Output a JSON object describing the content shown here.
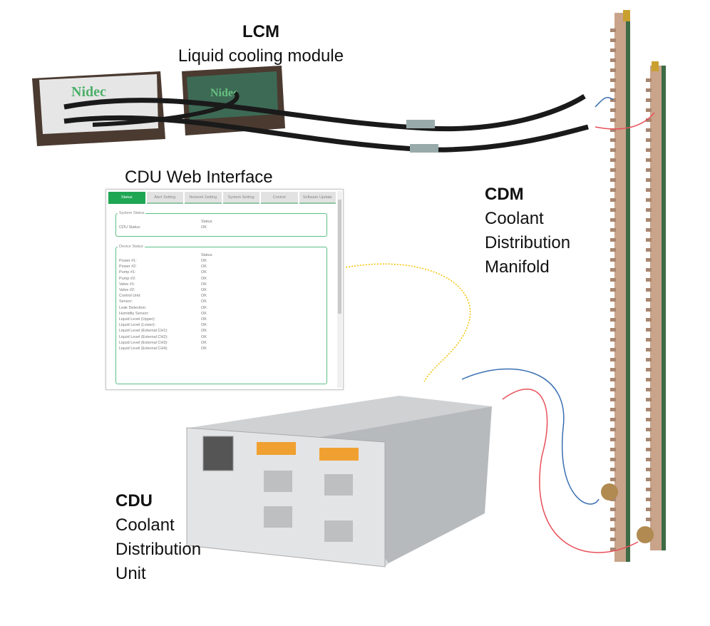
{
  "lcm": {
    "title": "LCM",
    "subtitle": "Liquid cooling module"
  },
  "web_title": "CDU Web Interface",
  "cdm": {
    "title": "CDM",
    "lines": [
      "Coolant",
      "Distribution",
      "Manifold"
    ]
  },
  "cdu": {
    "title": "CDU",
    "lines": [
      "Coolant",
      "Distribution",
      "Unit"
    ]
  },
  "web": {
    "tabs": [
      "Status",
      "Alert Setting",
      "Network Setting",
      "System Setting",
      "Control",
      "Software Update"
    ],
    "system_status": {
      "legend": "System Status",
      "col": "Status",
      "rows": [
        {
          "label": "CDU Status:",
          "value": "OK"
        }
      ]
    },
    "device_status": {
      "legend": "Device Status",
      "col": "Status",
      "rows": [
        {
          "label": "Power #1:",
          "value": "OK"
        },
        {
          "label": "Power #2:",
          "value": "OK"
        },
        {
          "label": "Pump #1:",
          "value": "OK"
        },
        {
          "label": "Pump #2:",
          "value": "OK"
        },
        {
          "label": "Valve #1:",
          "value": "OK"
        },
        {
          "label": "Valve #2:",
          "value": "OK"
        },
        {
          "label": "Control Unit:",
          "value": "OK"
        },
        {
          "label": "Sensor:",
          "value": "OK"
        },
        {
          "label": "Leak Detection:",
          "value": "OK"
        },
        {
          "label": "Humidity Sensor:",
          "value": "OK"
        },
        {
          "label": "Liquid Level (Upper):",
          "value": "OK"
        },
        {
          "label": "Liquid Level (Lower):",
          "value": "OK"
        },
        {
          "label": "Liquid Level (External CH1):",
          "value": "OK"
        },
        {
          "label": "Liquid Level (External CH2):",
          "value": "OK"
        },
        {
          "label": "Liquid Level (External CH3):",
          "value": "OK"
        },
        {
          "label": "Liquid Level (External CH4):",
          "value": "OK"
        }
      ]
    }
  },
  "colors": {
    "accent": "#1fa653",
    "supply": "#3a6fb0",
    "return": "#e8505a",
    "data_link": "#f2c200"
  }
}
